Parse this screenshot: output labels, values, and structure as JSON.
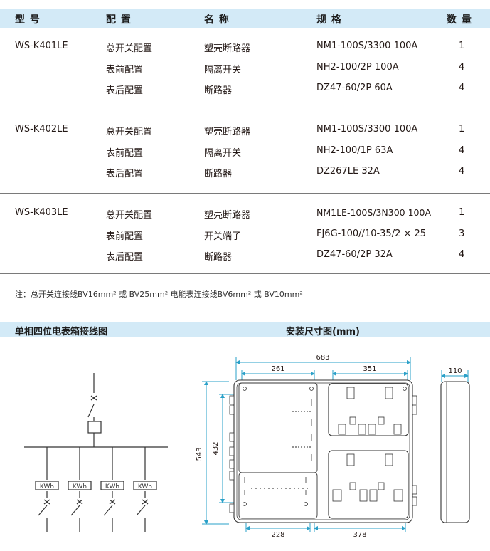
{
  "header": {
    "model": "型 号",
    "config": "配 置",
    "name": "名 称",
    "spec": "规 格",
    "qty": "数 量"
  },
  "groups": [
    {
      "model": "WS-K401LE",
      "rows": [
        {
          "config": "总开关配置",
          "name": "塑壳断路器",
          "spec": "NM1-100S/3300 100A",
          "qty": "1"
        },
        {
          "config": "表前配置",
          "name": "隔离开关",
          "spec": "NH2-100/2P 100A",
          "qty": "4"
        },
        {
          "config": "表后配置",
          "name": "断路器",
          "spec": "DZ47-60/2P 60A",
          "qty": "4"
        }
      ]
    },
    {
      "model": "WS-K402LE",
      "rows": [
        {
          "config": "总开关配置",
          "name": "塑壳断路器",
          "spec": "NM1-100S/3300 100A",
          "qty": "1"
        },
        {
          "config": "表前配置",
          "name": "隔离开关",
          "spec": "NH2-100/1P 63A",
          "qty": "4"
        },
        {
          "config": "表后配置",
          "name": "断路器",
          "spec": "DZ267LE 32A",
          "qty": "4"
        }
      ]
    },
    {
      "model": "WS-K403LE",
      "rows": [
        {
          "config": "总开关配置",
          "name": "塑壳断路器",
          "spec": "NM1LE-100S/3N300 100A",
          "qty": "1"
        },
        {
          "config": "表前配置",
          "name": "开关端子",
          "spec": "FJ6G-100//10-35/2 × 25",
          "qty": "3"
        },
        {
          "config": "表后配置",
          "name": "断路器",
          "spec": "DZ47-60/2P 32A",
          "qty": "4"
        }
      ]
    }
  ],
  "note": "注：总开关连接线BV16mm² 或 BV25mm² 电能表连接线BV6mm² 或 BV10mm²",
  "section_wiring": "单相四位电表箱接线图",
  "section_dims": "安装尺寸图(mm)",
  "meter_label": "KWh",
  "dims": {
    "total_width": "683",
    "left_width": "261",
    "right_width": "351",
    "depth": "110",
    "height": "543",
    "inner_height": "432",
    "bottom_left": "228",
    "bottom_right": "378"
  },
  "colors": {
    "header_bg": "#d3eaf7",
    "dimension": "#2aa0c8",
    "line": "#333333"
  }
}
